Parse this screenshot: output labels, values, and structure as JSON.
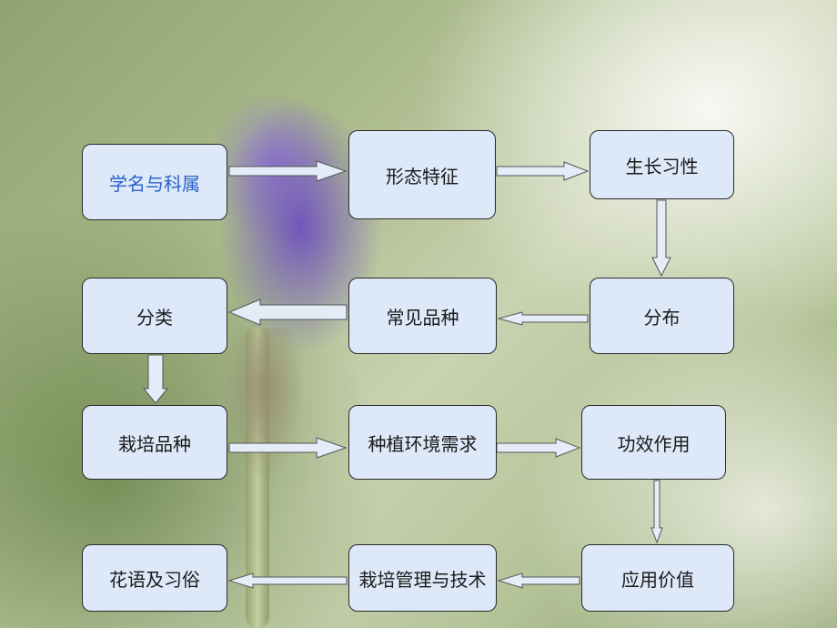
{
  "diagram": {
    "nodes": [
      {
        "id": "n1",
        "label": "学名与科属"
      },
      {
        "id": "n2",
        "label": "形态特征"
      },
      {
        "id": "n3",
        "label": "生长习性"
      },
      {
        "id": "n4",
        "label": "分布"
      },
      {
        "id": "n5",
        "label": "常见品种"
      },
      {
        "id": "n6",
        "label": "分类"
      },
      {
        "id": "n7",
        "label": "栽培品种"
      },
      {
        "id": "n8",
        "label": "种植环境需求"
      },
      {
        "id": "n9",
        "label": "功效作用"
      },
      {
        "id": "n10",
        "label": "应用价值"
      },
      {
        "id": "n11",
        "label": "栽培管理与技术"
      },
      {
        "id": "n12",
        "label": "花语及习俗"
      }
    ],
    "edges": [
      {
        "from": "n1",
        "to": "n2"
      },
      {
        "from": "n2",
        "to": "n3"
      },
      {
        "from": "n3",
        "to": "n4"
      },
      {
        "from": "n4",
        "to": "n5"
      },
      {
        "from": "n5",
        "to": "n6"
      },
      {
        "from": "n6",
        "to": "n7"
      },
      {
        "from": "n7",
        "to": "n8"
      },
      {
        "from": "n8",
        "to": "n9"
      },
      {
        "from": "n9",
        "to": "n10"
      },
      {
        "from": "n10",
        "to": "n11"
      },
      {
        "from": "n11",
        "to": "n12"
      }
    ],
    "colors": {
      "box_fill": "#dde8f8",
      "box_border": "#2a2a2a",
      "arrow_fill": "#e4ecf8",
      "arrow_stroke": "#555555",
      "highlight_text": "#2b63c9"
    }
  }
}
